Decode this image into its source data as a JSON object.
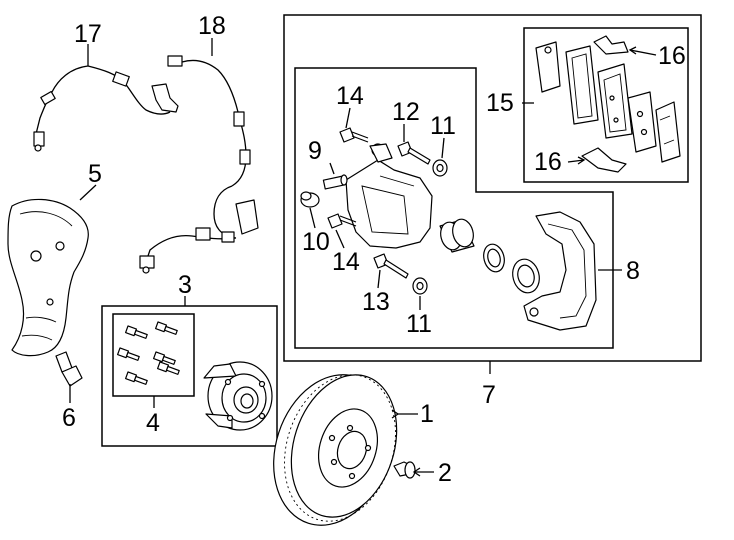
{
  "callouts": {
    "c1": "1",
    "c2": "2",
    "c3": "3",
    "c4": "4",
    "c5": "5",
    "c6": "6",
    "c7": "7",
    "c8": "8",
    "c9": "9",
    "c10": "10",
    "c11a": "11",
    "c11b": "11",
    "c12": "12",
    "c13": "13",
    "c14a": "14",
    "c14b": "14",
    "c15": "15",
    "c16a": "16",
    "c16b": "16",
    "c17": "17",
    "c18": "18"
  }
}
